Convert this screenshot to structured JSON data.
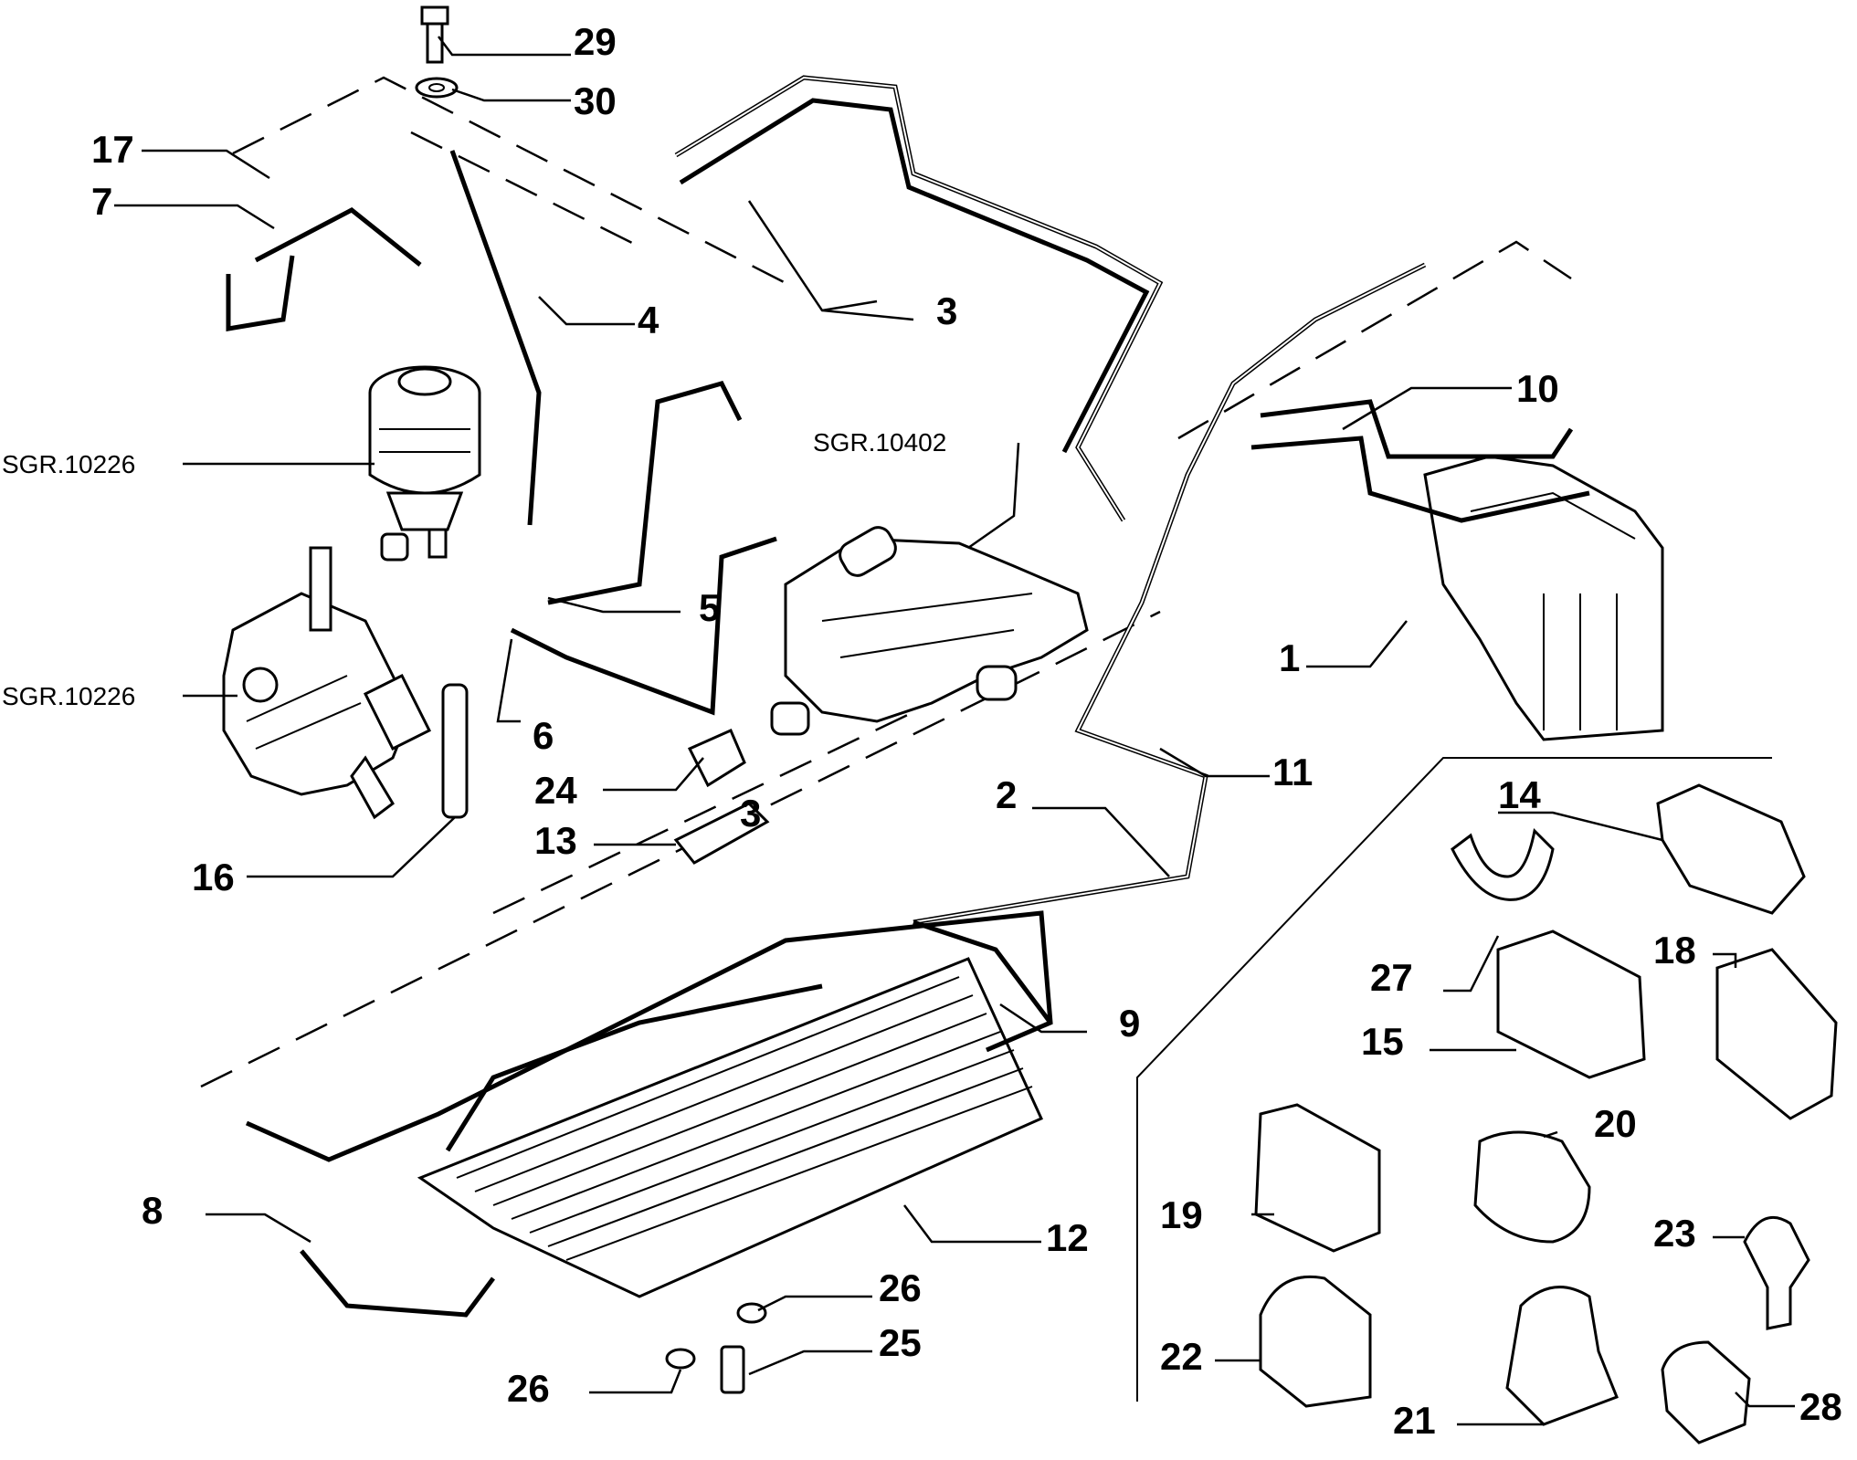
{
  "callouts": {
    "n1": "1",
    "n2": "2",
    "n3a": "3",
    "n3b": "3",
    "n4": "4",
    "n5": "5",
    "n6": "6",
    "n7": "7",
    "n8": "8",
    "n9": "9",
    "n10": "10",
    "n11": "11",
    "n12": "12",
    "n13": "13",
    "n14": "14",
    "n15": "15",
    "n16": "16",
    "n17": "17",
    "n18": "18",
    "n19": "19",
    "n20": "20",
    "n21": "21",
    "n22": "22",
    "n23": "23",
    "n24": "24",
    "n25": "25",
    "n26a": "26",
    "n26b": "26",
    "n27": "27",
    "n28": "28",
    "n29": "29",
    "n30": "30"
  },
  "references": {
    "sgr_filter": "SGR.10226",
    "sgr_pump": "SGR.10226",
    "sgr_thermostat": "SGR.10402"
  }
}
